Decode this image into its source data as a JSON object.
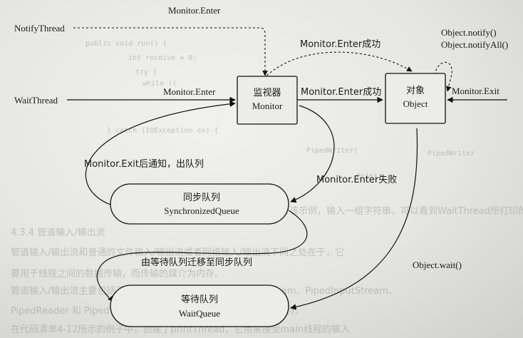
{
  "diagram": {
    "threads": {
      "notify_thread": "NotifyThread",
      "wait_thread": "WaitThread"
    },
    "nodes": {
      "monitor": {
        "cn": "监视器",
        "en": "Monitor"
      },
      "object": {
        "cn": "对象",
        "en": "Object"
      },
      "synchronized_queue": {
        "cn": "同步队列",
        "en": "SynchronizedQueue"
      },
      "wait_queue": {
        "cn": "等待队列",
        "en": "WaitQueue"
      }
    },
    "edge_labels": {
      "notify_enter": "Monitor.Enter",
      "wait_enter": "Monitor.Enter",
      "enter_success_dashed": "Monitor.Enter成功",
      "enter_success": "Monitor.Enter成功",
      "object_notify": "Object.notify()",
      "object_notify_all": "Object.notifyAll()",
      "monitor_exit": "Monitor.Exit",
      "exit_notify": "Monitor.Exit后通知，出队列",
      "enter_fail": "Monitor.Enter失败",
      "migrate": "由等待队列迁移至同步队列",
      "object_wait": "Object.wait()"
    }
  }
}
